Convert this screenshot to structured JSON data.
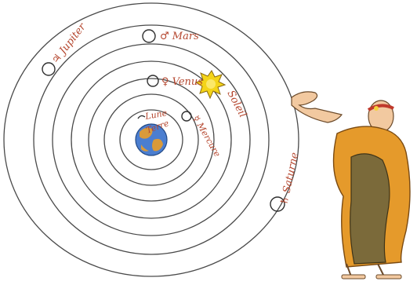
{
  "labels": {
    "jupiter": "♃ Jupiter",
    "mars": "♂ Mars",
    "venus": "♀ Venus",
    "soleil": "Soleil",
    "lune": "Lune",
    "terre": "Terre",
    "mercure": "☿ Mercure",
    "saturne": "♄ Saturne"
  },
  "colors": {
    "orbit": "#4a4a4a",
    "label": "#b5472f",
    "sun": "#f4d419",
    "earth_sea": "#4b7ed0",
    "earth_land": "#d99a3a",
    "toga": "#e59a2b",
    "cloak": "#7b6a3a"
  }
}
